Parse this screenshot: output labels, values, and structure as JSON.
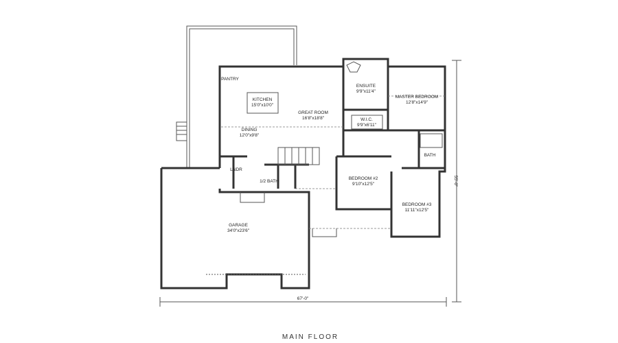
{
  "title": "MAIN FLOOR",
  "rooms": {
    "pantry": {
      "name": "PANTRY"
    },
    "kitchen": {
      "name": "KITCHEN",
      "size": "15'0\"x10'0\""
    },
    "great_room": {
      "name": "GREAT ROOM",
      "size": "16'8\"x18'8\""
    },
    "dining": {
      "name": "DINING",
      "size": "12'0\"x9'8\""
    },
    "ensuite": {
      "name": "ENSUITE",
      "size": "9'9\"x11'4\""
    },
    "master": {
      "name": "MASTER BEDROOM",
      "size": "12'8\"x14'9\""
    },
    "wic": {
      "name": "W.I.C.",
      "size": "9'9\"x6'11\""
    },
    "bath": {
      "name": "BATH"
    },
    "laundry": {
      "name": "LNDR"
    },
    "half_bath": {
      "name": "1/2 BATH"
    },
    "bedroom2": {
      "name": "BEDROOM #2",
      "size": "9'10\"x12'5\""
    },
    "bedroom3": {
      "name": "BEDROOM #3",
      "size": "11'11\"x12'5\""
    },
    "garage": {
      "name": "GARAGE",
      "size": "34'0\"x23'6\""
    }
  },
  "dimensions": {
    "width": "67'-0\"",
    "depth": "55'-0\""
  }
}
